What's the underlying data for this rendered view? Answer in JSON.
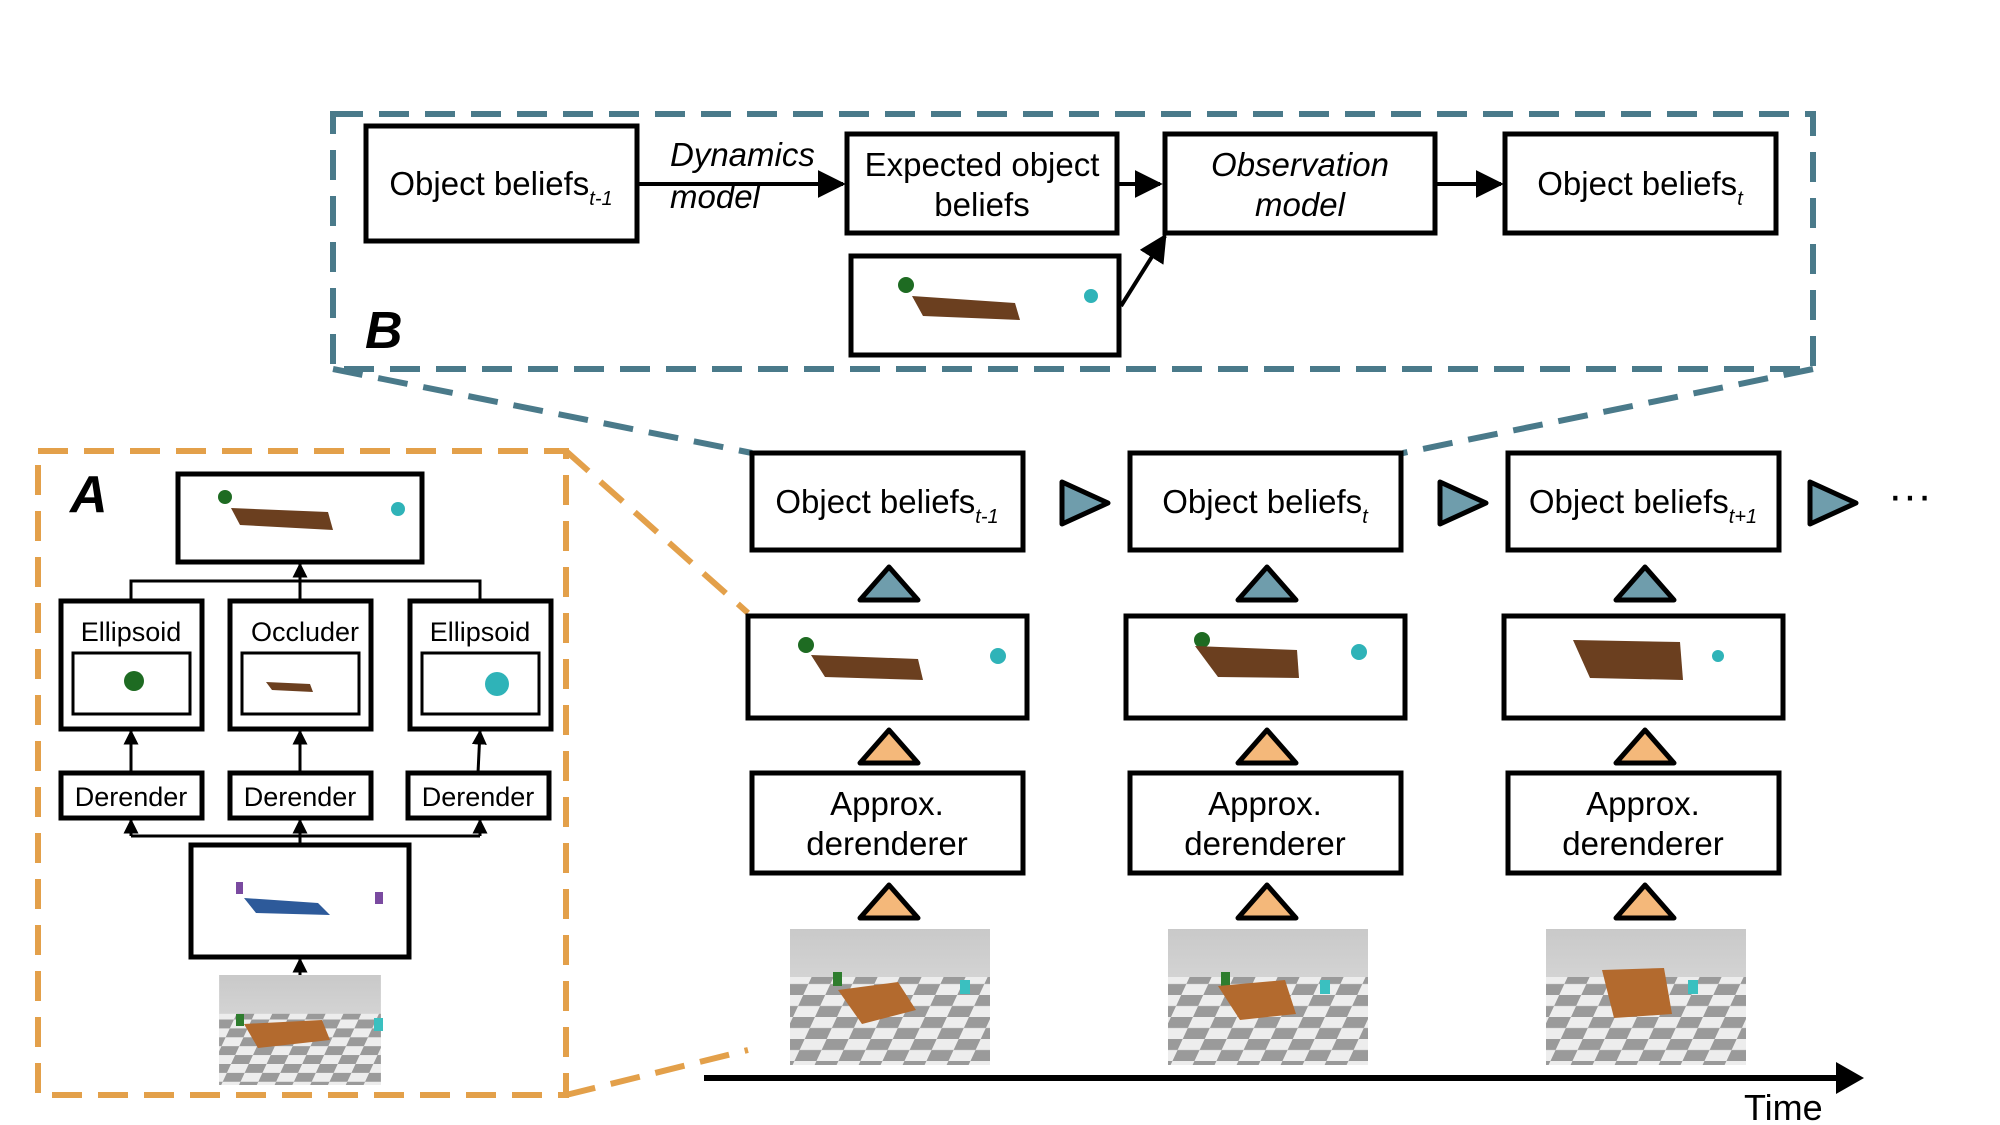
{
  "panel_a": {
    "letter": "A",
    "ellipsoid_left_label": "Ellipsoid",
    "occluder_label": "Occluder",
    "ellipsoid_right_label": "Ellipsoid",
    "derender_left_label": "Derender",
    "derender_mid_label": "Derender",
    "derender_right_label": "Derender"
  },
  "panel_b": {
    "letter": "B",
    "beliefs_prev_label": "Object beliefs",
    "beliefs_prev_sub": "t-1",
    "dynamics_line1": "Dynamics",
    "dynamics_line2": "model",
    "expected_line1": "Expected object",
    "expected_line2": "beliefs",
    "observation_line1": "Observation",
    "observation_line2": "model",
    "beliefs_now_label": "Object beliefs",
    "beliefs_now_sub": "t"
  },
  "timeline": {
    "columns": [
      {
        "beliefs_label": "Object beliefs",
        "beliefs_sub": "t-1",
        "derenderer_line1": "Approx.",
        "derenderer_line2": "derenderer"
      },
      {
        "beliefs_label": "Object beliefs",
        "beliefs_sub": "t",
        "derenderer_line1": "Approx.",
        "derenderer_line2": "derenderer"
      },
      {
        "beliefs_label": "Object beliefs",
        "beliefs_sub": "t+1",
        "derenderer_line1": "Approx.",
        "derenderer_line2": "derenderer"
      }
    ],
    "ellipsis": "···",
    "time_label": "Time"
  },
  "colors": {
    "teal_dash": "#4a7a8a",
    "orange_dash": "#e3a04a",
    "up_arrow_teal": "#6f9dac",
    "up_arrow_orange": "#f4b87a",
    "green_ball": "#1e6b22",
    "cyan_ball": "#2fb3b8",
    "brown_plank": "#6b3f1f",
    "blue_plank": "#2d5a9a"
  }
}
